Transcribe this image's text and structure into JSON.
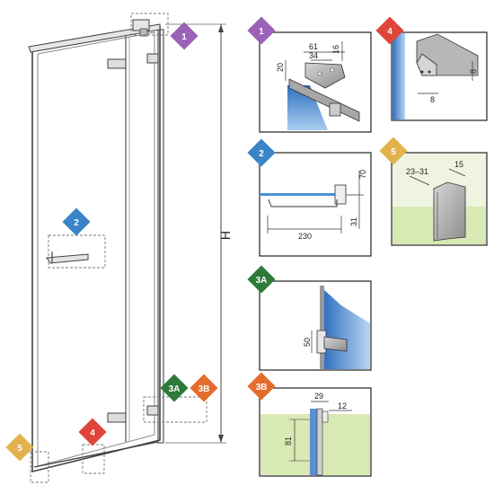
{
  "colors": {
    "purple": "#9b62b8",
    "blue": "#3a84c7",
    "red": "#e0443a",
    "orange": "#e46d2e",
    "yellow": "#e2b24e",
    "green": "#2f7a3a",
    "glass": "#4a8fd6",
    "wall": "#d8e9b4",
    "frame": "#7a7a7a"
  },
  "badges": {
    "b1": "1",
    "b2": "2",
    "b3a": "3A",
    "b3b": "3B",
    "b4": "4",
    "b5": "5"
  },
  "height_label": "H",
  "panel1": {
    "d61": "61",
    "d34": "34",
    "d16": "16",
    "d20": "20"
  },
  "panel4": {
    "d8a": "8",
    "d8b": "8"
  },
  "panel2": {
    "d70": "70",
    "d31": "31",
    "d230": "230"
  },
  "panel5": {
    "d2331": "23–31",
    "d15": "15"
  },
  "panel3a": {
    "d50": "50"
  },
  "panel3b": {
    "d29": "29",
    "d12": "12",
    "d81": "81"
  }
}
